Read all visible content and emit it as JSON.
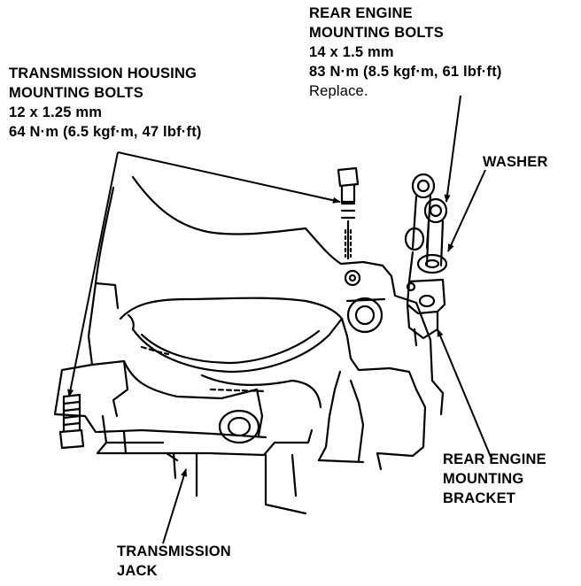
{
  "labels": {
    "rear_bolts": {
      "line1": "REAR ENGINE",
      "line2": "MOUNTING BOLTS",
      "size": "14 x 1.5 mm",
      "torque": "83 N·m (8.5 kgf·m, 61 lbf·ft)",
      "note": "Replace."
    },
    "housing_bolts": {
      "line1": "TRANSMISSION HOUSING",
      "line2": "MOUNTING BOLTS",
      "size": "12 x 1.25 mm",
      "torque": "64 N·m (6.5 kgf·m, 47 lbf·ft)"
    },
    "washer": "WASHER",
    "bracket": {
      "line1": "REAR ENGINE",
      "line2": "MOUNTING",
      "line3": "BRACKET"
    },
    "jack": {
      "line1": "TRANSMISSION",
      "line2": "JACK"
    }
  },
  "colors": {
    "ink": "#000000",
    "paper": "#ffffff"
  },
  "icons": [
    "transmission-housing-drawing",
    "bolt-icon",
    "washer-icon",
    "mounting-bracket-icon",
    "transmission-jack-icon",
    "leader-arrow-icon"
  ]
}
